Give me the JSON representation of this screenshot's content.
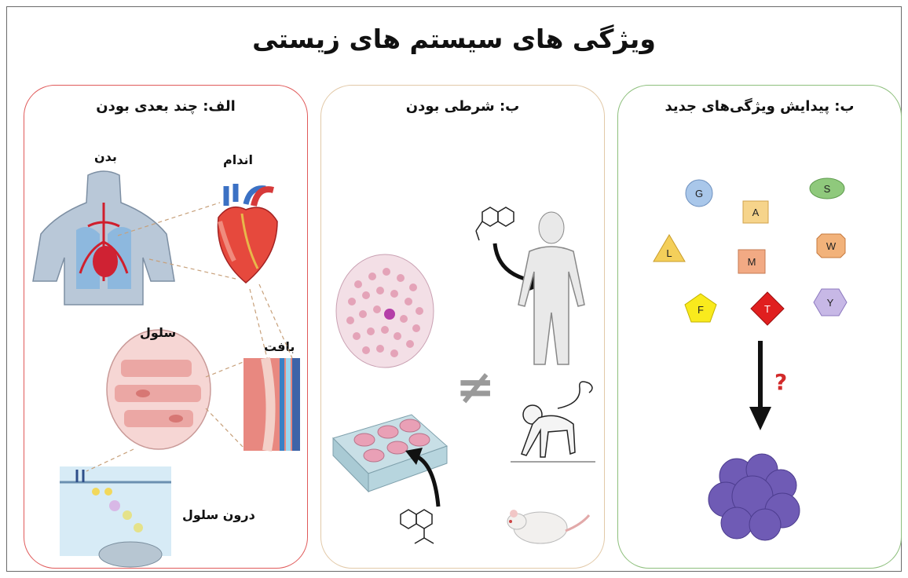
{
  "page": {
    "title": "ویژگی های سیستم های زیستی"
  },
  "panels": {
    "multidimensional": {
      "title": "الف: چند بعدی بودن",
      "labels": {
        "body": "بدن",
        "organ": "اندام",
        "cell": "سلول",
        "tissue": "بافت",
        "intracellular": "درون سلول"
      }
    },
    "conditional": {
      "title": "ب: شرطی بودن"
    },
    "emergent": {
      "title": "ب: پیدایش ویژگی‌های جدید",
      "shapes": [
        "G",
        "S",
        "A",
        "L",
        "W",
        "M",
        "F",
        "T",
        "Y"
      ],
      "question": "?"
    }
  },
  "colors": {
    "red_panel": "#e05a5a",
    "tan_panel": "#e2c9a8",
    "green_panel": "#8dbf7c",
    "protein": "#6f5bb5",
    "question": "#d22a2a"
  }
}
